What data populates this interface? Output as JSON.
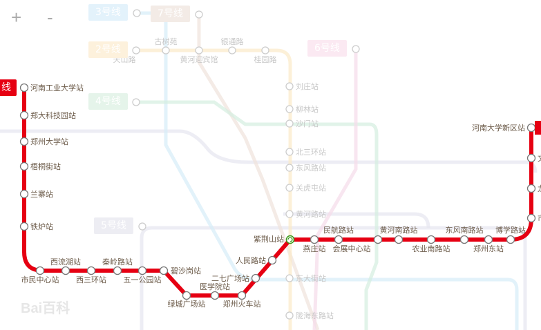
{
  "controls": {
    "zoom_in": "+",
    "zoom_out": "-"
  },
  "colors": {
    "line1": "#e60012",
    "line2": "#fbe9c8",
    "line3": "#d6ecf8",
    "line4": "#d4eedf",
    "line5": "#e6e6ef",
    "line6": "#f5dbea",
    "line7": "#efe3dc",
    "text": "#6b5a48",
    "faint_text": "#c8c8c8"
  },
  "badges": {
    "line1_left": "线",
    "line2": "2号线",
    "line3": "3号线",
    "line4": "4号线",
    "line5": "5号线",
    "line6": "6号线",
    "line7": "7号线"
  },
  "line1_stations": [
    "河南工业大学站",
    "郑大科技园站",
    "郑州大学站",
    "梧桐街站",
    "兰寨站",
    "铁炉站",
    "市民中心站",
    "西流湖站",
    "西三环站",
    "秦岭路站",
    "五一公园站",
    "碧沙岗站",
    "绿城广场站",
    "医学院站",
    "郑州火车站",
    "二七广场站",
    "人民路站",
    "紫荆山站",
    "燕庄站",
    "民航路站",
    "会展中心站",
    "黄河南路站",
    "农业南路站",
    "东风南路站",
    "郑州东站",
    "博学路站",
    "市",
    "龙",
    "文",
    "河南大学新区站"
  ],
  "line2_stations": [
    "天山路",
    "古树苑",
    "黄河迎宾馆",
    "银通路",
    "桂园路",
    "刘庄站",
    "柳林站",
    "沙门站",
    "北三环站",
    "东风路站",
    "关虎屯站",
    "黄河路站",
    "东大街站",
    "陇海东路站"
  ],
  "transfer_icon": "transfer-icon",
  "watermark": "Bai百科"
}
